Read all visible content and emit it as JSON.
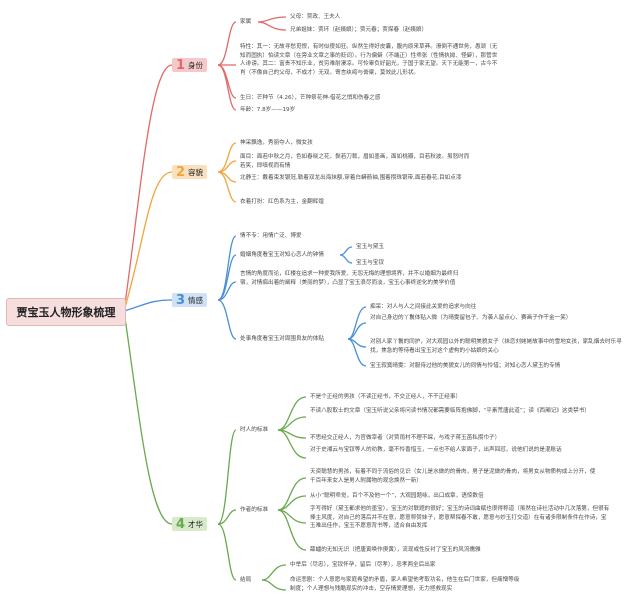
{
  "root": "贾宝玉人物形象梳理",
  "branches": [
    {
      "num": "1",
      "label": "身份",
      "color": "#e06a6a",
      "bg": "#f5c9c9"
    },
    {
      "num": "2",
      "label": "容貌",
      "color": "#f1a53c",
      "bg": "#fbe0bf"
    },
    {
      "num": "3",
      "label": "情感",
      "color": "#4a8fd8",
      "bg": "#cfe1f5"
    },
    {
      "num": "4",
      "label": "才华",
      "color": "#6aa84f",
      "bg": "#d7ebcb"
    }
  ],
  "identity": {
    "family": "家属",
    "parents": "父母：贾政、王夫人",
    "siblings": "兄弟姐妹：贾环（赵姨娘）；贾元春；贾探春（赵姨娘）",
    "traits": "特性：其一：无故寻愁觅恨，有时似傻如狂。纵然生得好皮囊，腹内原来草莽。潦倒不通世务，愚顽（无知而固执）怕读文章（在旁业文章之事的贬词）。行为偏僻（不端正）性乖张（性情执拗、怪僻），那管世人诽谤。其二：富贵不知乐业，贫穷难耐凄凉。可怜辜负好韶光，于国于家无望。天下无能第一，古今不肖（不像自己的父母，不成才）无双。寄言纨绔与膏粱，莫效此儿形状。",
    "birthday": "生日：芒种节（4.26），芒种祭花神-借花之悄和伤春之感",
    "age": "年龄：7.8岁——19岁"
  },
  "appearance": {
    "mood": "神采飘逸，秀丽夺人，微女孩",
    "face": "面目：面若中秋之月，色如春晓之花，鬓若刀裁，眉如墨画，面如桃瓣，目若秋波。虽怒时而若笑，即嗔视而有情",
    "hair": "北静王：戴着束发银冠,勒着双龙出海抹额,穿着白蟒箭袖,围着攒珠银带,面若春花,目如点漆",
    "dress": "衣着打扮：红色系为主，金翻辉煌"
  },
  "emotion": {
    "love": "情不专：用情广泛、博爱",
    "question": "婚姻角度看宝玉对知心恋人的钟情",
    "q_a": "宝玉与黛玉",
    "q_b": "宝玉与宝钗",
    "words": "言情的角度而论，红楼在追求一种爱我所爱、无怨无悔的理想境界，并不以婚姻为最终归宿，对情痴出着的阐释（美丽的梦），凸显了宝玉浪尽而淡，宝玉心事终逆化的美学价值",
    "view": "处事角度看宝玉对周围良友的体贴",
    "v1": "痴呆：对人与人之间接此关爱的追求与向往",
    "v2": "对自己身边的丫鬟体贴入微（为晴雯留包子、为袭人留点心、赛画子作干金一笑）",
    "v3": "对别人家丫鬟的同护，对大观园以外的聪明美貌女子（抹恋刘姥姥故事中的雪地女孩，家乱烟去时乐寻找，焦急的等待看出宝玉对这个虚构的小姑娘的关心",
    "v4": "宝玉寂寞晴雯：对服侍过他的美貌女儿的同情与怜惜；对知心恋人黛玉的专情"
  },
  "talent": {
    "era": "时人的标准",
    "e1": "不是个正经的男孩（不读正经书，不交正经人，不干正经事）",
    "e2": "不读八股取士的文章（宝玉听说父亲将问读书情况都需要临阵抱佛脚，“平素荒唐此道”；读《西厢记》这类禁书）",
    "e3": "不思经交正经人，为官做宰者（对贾雨村不理不睬，与戏子蒋玉菡私攒巾子）",
    "e4": "对于史湘云与宝钗等人的劝教，毫不怜香惜玉，一点也不给人家面子，出声回怼，说他们说的是混账话",
    "author": "作者的标准",
    "a1": "天资聪慧的男孩，有着不同于流俗的见识（女儿是水做的的骨肉，男子是泥做的骨肉，将男女从物质构成上分开，使千百年来女人是男人附属物的观念焕然一新）",
    "a2": "从小“聪明乖觉，百个不及他一个”，大观园题咏，出口成章，语惊数倍",
    "a3": "字写得好（黛玉都求他的墨宝），宝玉的对联题的很好；宝玉的诗词曲赋也很得称道（虽然在诗社活动中几次落第，但很有捧主风度，对自己的落后并不在意，愿意称赞妹子，愿意帮探春不敢，愿意与妙玉打交道）在有诸多限制条件在作诗，宝玉难出佳作，宝玉不愿意背书等，适合自由发挥",
    "a4": "薛蟠的无知无识（把唐寅唤作庚黄），流现或性反衬了宝玉的风流儒雅",
    "ending": "结局",
    "end1": "中举后（尽忠），宝钗怀孕，留后（尽孝），忠孝两全后出家",
    "end2": "命运悲剧：个人意愿与家庭希望的矛盾，家人希望他考取功名，他生在后门世家，但痛憎等级制度；个人理想与残酷现实的冲击，空存情爱理想，无力拯救现实"
  }
}
